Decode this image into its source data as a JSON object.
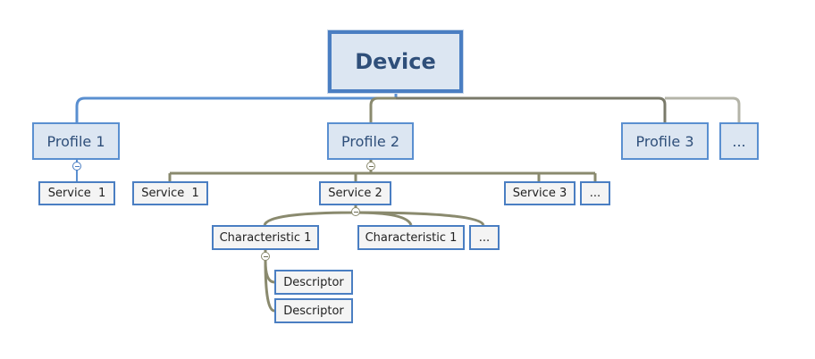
{
  "diagram": {
    "root": {
      "label": "Device"
    },
    "profiles": [
      {
        "label": "Profile 1"
      },
      {
        "label": "Profile 2"
      },
      {
        "label": "Profile 3"
      },
      {
        "label": "..."
      }
    ],
    "profile1_services": [
      {
        "label": "Service  1"
      }
    ],
    "profile2_services": [
      {
        "label": "Service  1"
      },
      {
        "label": "Service 2"
      },
      {
        "label": "Service 3"
      },
      {
        "label": "..."
      }
    ],
    "service2_characteristics": [
      {
        "label": "Characteristic 1"
      },
      {
        "label": "Characteristic 1"
      },
      {
        "label": "..."
      }
    ],
    "characteristic1_descriptors": [
      {
        "label": "Descriptor"
      },
      {
        "label": "Descriptor"
      }
    ]
  },
  "colors": {
    "primary_branch": "#5a8fd0",
    "secondary_branch": "#8a8a6e",
    "node_fill": "#dce6f2",
    "leaf_fill": "#f4f4f4"
  }
}
